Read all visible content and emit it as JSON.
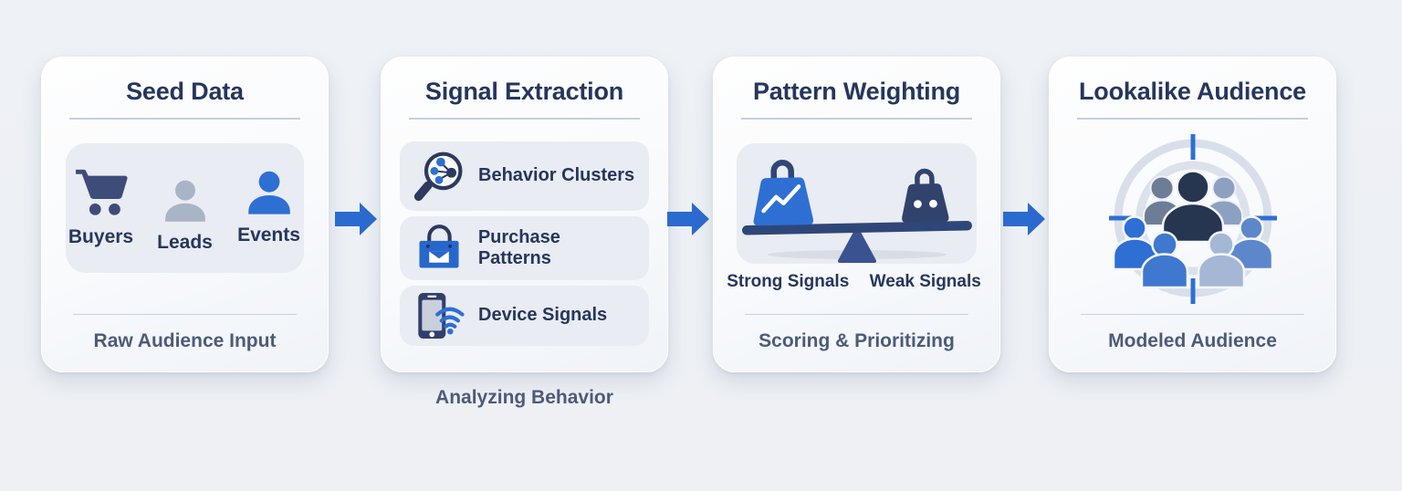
{
  "colors": {
    "background": "#edf0f5",
    "card_background": "#fbfcfe",
    "inner_box": "#e9ecf2",
    "title_text": "#26365c",
    "footer_text": "#4d5a78",
    "accent_blue": "#2e6fd3",
    "navy": "#2f4679",
    "arrow_blue": "#2b6ace",
    "gray_person": "#a9b4c6"
  },
  "cards": [
    {
      "title": "Seed Data",
      "items": [
        {
          "label": "Buyers",
          "icon": "shopping-cart-icon"
        },
        {
          "label": "Leads",
          "icon": "person-gray-icon"
        },
        {
          "label": "Events",
          "icon": "person-blue-icon"
        }
      ],
      "footer": "Raw Audience Input"
    },
    {
      "title": "Signal Extraction",
      "rows": [
        {
          "label": "Behavior Clusters",
          "icon": "magnifier-cluster-icon"
        },
        {
          "label": "Purchase Patterns",
          "icon": "shopping-bag-icon"
        },
        {
          "label": "Device Signals",
          "icon": "phone-wifi-icon"
        }
      ],
      "caption": "Analyzing Behavior"
    },
    {
      "title": "Pattern Weighting",
      "icon": "balance-scale-icon",
      "scale_labels": [
        "Strong Signals",
        "Weak Signals"
      ],
      "footer": "Scoring & Prioritizing"
    },
    {
      "title": "Lookalike Audience",
      "icon": "audience-target-icon",
      "footer": "Modeled Audience"
    }
  ]
}
